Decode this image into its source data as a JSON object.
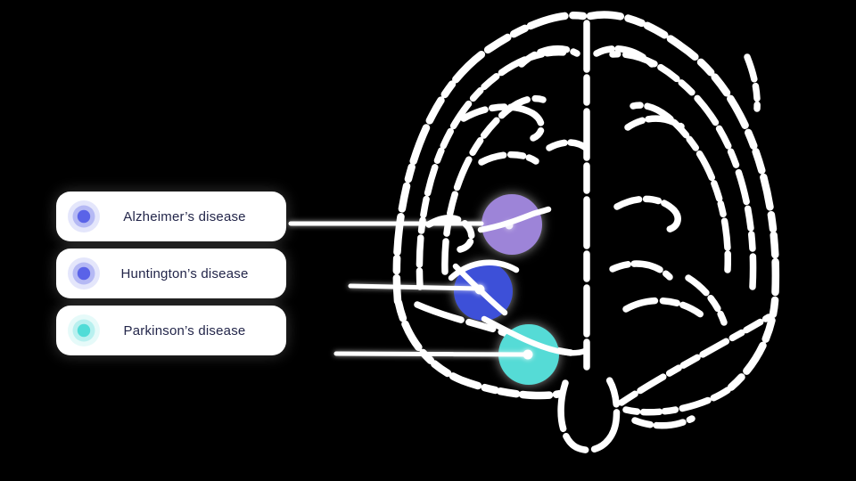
{
  "canvas": {
    "background_color": "#000000"
  },
  "legend": {
    "pill_background": "#ffffff",
    "text_color": "#23264a",
    "items": [
      {
        "id": "alzheimers",
        "label": "Alzheimer’s disease",
        "dot_color": "#5a63e8",
        "region_color": "#9d84d8"
      },
      {
        "id": "huntingtons",
        "label": "Huntington’s disease",
        "dot_color": "#5a63e8",
        "region_color": "#3d50d8"
      },
      {
        "id": "parkinsons",
        "label": "Parkinson’s disease",
        "dot_color": "#50dcd7",
        "region_color": "#55dbd6"
      }
    ]
  },
  "diagram": {
    "subject": "human brain line illustration",
    "line_color": "#ffffff",
    "regions": [
      {
        "disease": "Alzheimer’s disease",
        "marker_color": "#9d84d8"
      },
      {
        "disease": "Huntington’s disease",
        "marker_color": "#3d50d8"
      },
      {
        "disease": "Parkinson’s disease",
        "marker_color": "#55dbd6"
      }
    ]
  }
}
